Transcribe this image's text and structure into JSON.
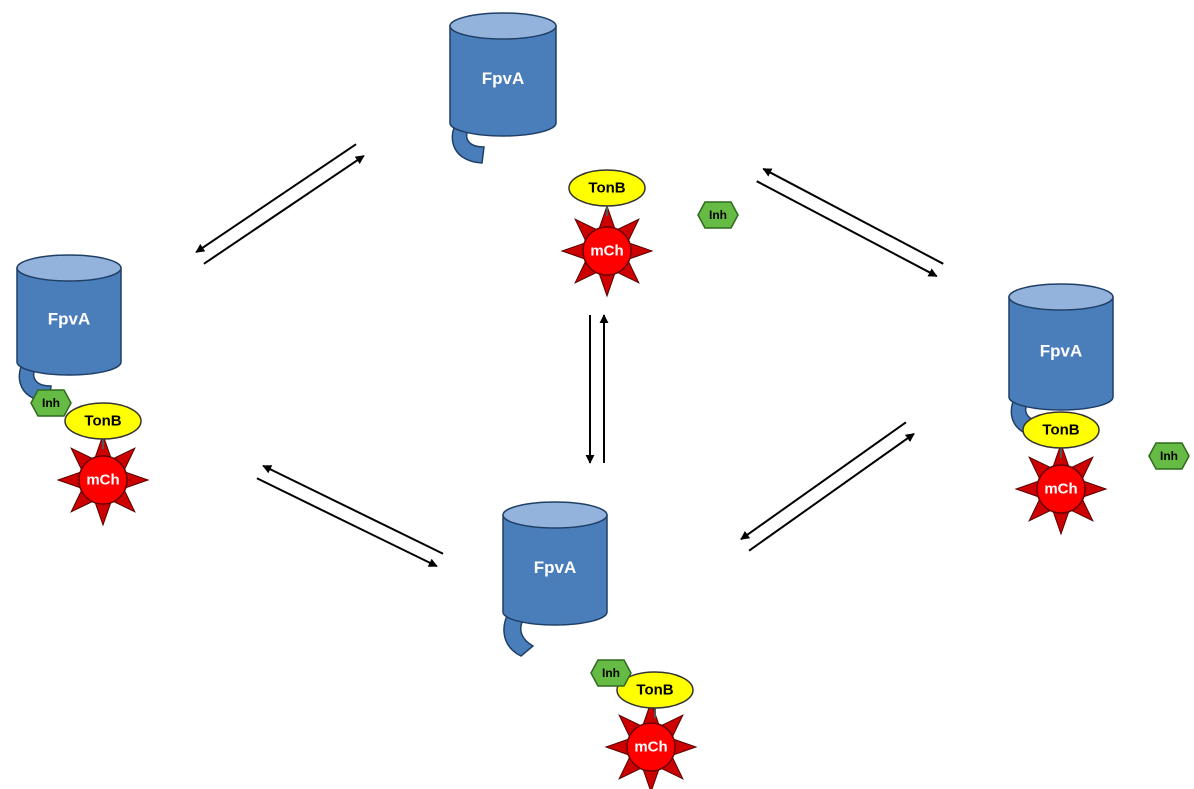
{
  "labels": {
    "receptor": "FpvA",
    "tonb": "TonB",
    "inhibitor": "Inh",
    "fluor": "mCh"
  },
  "colors": {
    "receptor_fill": "#4a7ebb",
    "receptor_top": "#93b3dc",
    "receptor_stroke": "#1f3f66",
    "tonb_fill": "#ffff00",
    "inh_fill": "#66bb44",
    "mch_fill": "#ff0000",
    "mch_spike": "#cc0000",
    "arrow": "#000000"
  },
  "states": [
    {
      "id": "state-top",
      "name": "free FpvA; TonB-mCherry and Inh unbound"
    },
    {
      "id": "state-left",
      "name": "FpvA–Inh–TonB-mCherry complex"
    },
    {
      "id": "state-right",
      "name": "FpvA–TonB-mCherry complex; Inh free"
    },
    {
      "id": "state-bottom",
      "name": "free FpvA; Inh–TonB-mCherry complex"
    }
  ]
}
